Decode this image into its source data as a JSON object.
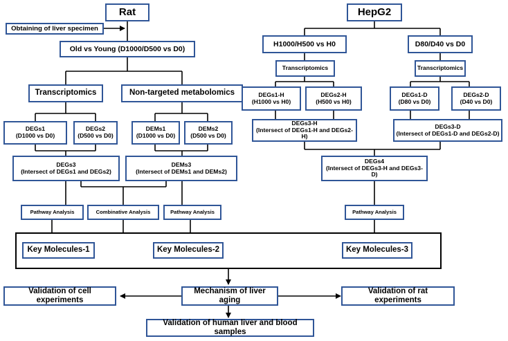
{
  "nodes": {
    "rat": "Rat",
    "hepg2": "HepG2",
    "specimen": "Obtaining of  liver specimen",
    "old_young": "Old vs Young (D1000/D500 vs D0)",
    "h_compare": "H1000/H500 vs H0",
    "d_compare": "D80/D40 vs D0",
    "transcriptomics_rat": "Transcriptomics",
    "metabolomics": "Non-targeted metabolomics",
    "transcriptomics_h": "Transcriptomics",
    "transcriptomics_d": "Transcriptomics",
    "degs1": {
      "l1": "DEGs1",
      "l2": "(D1000 vs D0)"
    },
    "degs2": {
      "l1": "DEGs2",
      "l2": "(D500 vs D0)"
    },
    "dems1": {
      "l1": "DEMs1",
      "l2": "(D1000 vs D0)"
    },
    "dems2": {
      "l1": "DEMs2",
      "l2": "(D500 vs D0)"
    },
    "degs1h": {
      "l1": "DEGs1-H",
      "l2": "(H1000 vs H0)"
    },
    "degs2h": {
      "l1": "DEGs2-H",
      "l2": "(H500 vs H0)"
    },
    "degs1d": {
      "l1": "DEGs1-D",
      "l2": "(D80 vs D0)"
    },
    "degs2d": {
      "l1": "DEGs2-D",
      "l2": "(D40 vs D0)"
    },
    "degs3": {
      "l1": "DEGs3",
      "l2": "(Intersect of DEGs1 and DEGs2)"
    },
    "dems3": {
      "l1": "DEMs3",
      "l2": "(Intersect of DEMs1 and DEMs2)"
    },
    "degs3h": {
      "l1": "DEGs3-H",
      "l2": "(Intersect of DEGs1-H and DEGs2-H)"
    },
    "degs3d": {
      "l1": "DEGs3-D",
      "l2": "(Intersect of DEGs1-D and DEGs2-D)"
    },
    "degs4": {
      "l1": "DEGs4",
      "l2": "(Intersect of DEGs3-H and DEGs3-D)"
    },
    "pathway1": "Pathway Analysis",
    "combinative": "Combinative Analysis",
    "pathway2": "Pathway Analysis",
    "pathway3": "Pathway Analysis",
    "key1": "Key Molecules-1",
    "key2": "Key Molecules-2",
    "key3": "Key Molecules-3",
    "mechanism": "Mechanism of liver aging",
    "val_cell": "Validation of cell experiments",
    "val_rat": "Validation of rat experiments",
    "val_human": "Validation of human liver and blood samples"
  },
  "colors": {
    "box_border": "#2f5597",
    "line": "#000000"
  }
}
